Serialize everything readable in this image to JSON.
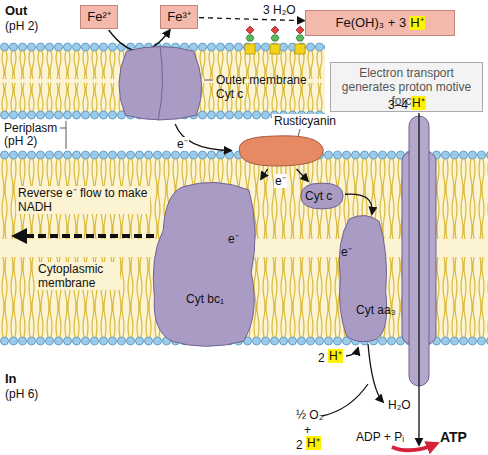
{
  "diagram": {
    "nodes": [
      {
        "text": [
          "Fe²⁺"
        ]
      },
      {
        "text": [
          "Fe³⁺"
        ]
      },
      {
        "text": [
          "Fe(OH)₃ + 3",
          "H⁺"
        ]
      },
      {
        "text": [
          "Outer membrane Cyt c"
        ]
      },
      {
        "text": [
          "Electron transport generates proton motive force."
        ]
      },
      {
        "text": [
          "Rusticyanin"
        ]
      },
      {
        "text": [
          "e⁻",
          "Cyt bc₁"
        ]
      },
      {
        "text": [
          "Cyt c"
        ]
      },
      {
        "text": [
          "e⁻",
          "Cyt aa₃"
        ]
      }
    ],
    "edges": [
      {
        "from": 0,
        "to": 1,
        "arrow": "to"
      },
      {
        "from": 1,
        "to": 2,
        "arrow": "to",
        "label": "3 H₂O"
      },
      {
        "from": 3,
        "to": 5,
        "arrow": "to",
        "label": "e⁻"
      },
      {
        "from": 5,
        "to": 6,
        "arrow": "to"
      },
      {
        "from": 5,
        "to": 7,
        "arrow": "to",
        "label": "e⁻"
      },
      {
        "from": 7,
        "to": 8,
        "arrow": "to"
      }
    ],
    "labels": [
      "Out",
      "(pH 2)",
      "Periplasm",
      "(pH 2)",
      "Reverse e⁻ flow to make NADH",
      "Cytoplasmic membrane",
      "In",
      "(pH 6)",
      "3–4",
      "H⁺",
      "2",
      "H⁺",
      "H₂O",
      "½ O₂",
      "+",
      "2",
      "H⁺",
      "ADP + Pᵢ",
      "ATP"
    ]
  }
}
